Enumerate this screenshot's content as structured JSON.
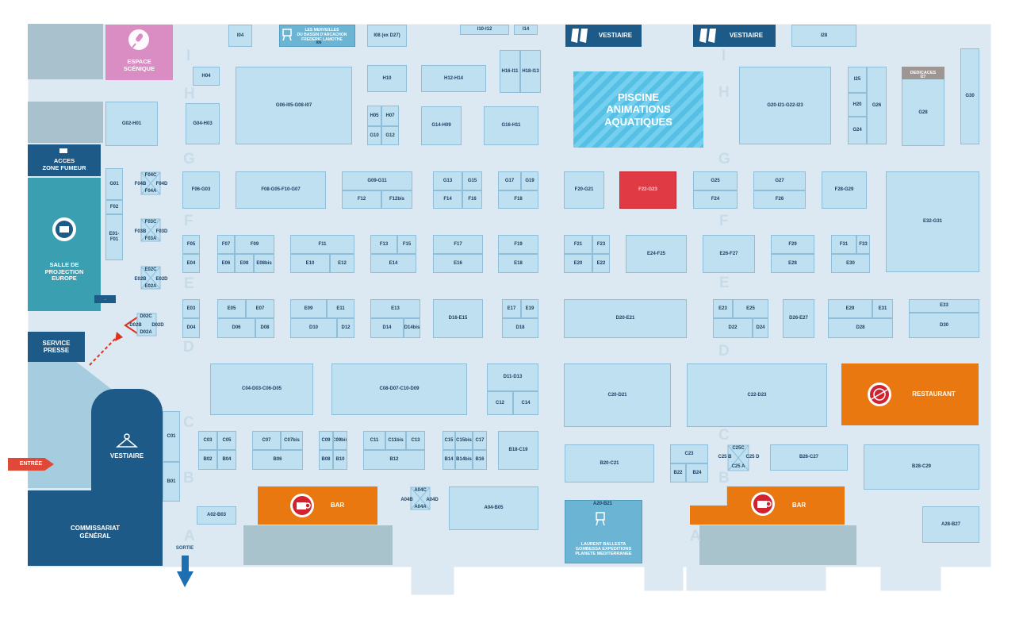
{
  "colors": {
    "hall_bg": "#dce9f2",
    "booth": "#bfe0f1",
    "booth_border": "#8fbfd8",
    "highlight": "#e03a45",
    "bar_restaurant": "#e8780f",
    "service": "#1d5a87",
    "projection": "#3a9fb1",
    "stage": "#d98dc2",
    "gray_zone": "#a3bcc6"
  },
  "row_letters": [
    "I",
    "H",
    "G",
    "F",
    "E",
    "D",
    "C",
    "B",
    "A"
  ],
  "services": {
    "espace_scenique": "ESPACE\nSCÉNIQUE",
    "acces_zone_fumeur": "ACCES\nZONE FUMEUR",
    "salle_projection": "SALLE DE\nPROJECTION\nEUROPE",
    "service_presse": "SERVICE\nPRESSE",
    "vestiaire": "VESTIAIRE",
    "commissariat": "COMMISSARIAT\nGÉNÉRAL",
    "entree": "ENTRÉE",
    "sortie": "SORTIE",
    "vestiaire_top_1": "VESTIAIRE",
    "vestiaire_top_2": "VESTIAIRE",
    "piscine": "PISCINE\nANIMATIONS\nAQUATIQUES",
    "dedicaces_title": "DEDICACES",
    "dedicaces_code": "I27",
    "restaurant": "RESTAURANT",
    "bar": "BAR",
    "merveilles": "LES MERVEILLES\nDU BASSIN D'ARCACHON\nFREDERIC LAMOTHE",
    "merveilles_code": "I06",
    "ballesta_code": "A20-B21",
    "ballesta": "LAURENT BALLESTA\nGOMBESSA EXPEDITIONS\nPLANETE MEDITERRANEE"
  },
  "booths": {
    "I04": "I04",
    "I08": "I08 (ex D27)",
    "I10_I12": "I10-I12",
    "I14": "I14",
    "I28": "I28",
    "H04": "H04",
    "G06": "G06-I05-G08-I07",
    "H10": "H10",
    "H12": "H12-H14",
    "H16": "H16-I11",
    "H18": "H18-I13",
    "G20": "G20-I21-G22-I23",
    "I25": "I25",
    "H20": "H20",
    "G24": "G24",
    "G26": "G26",
    "G28": "G28",
    "G30": "G30",
    "G02": "G02-H01",
    "G04": "G04-H03",
    "H05": "H05",
    "H07": "H07",
    "G10": "G10",
    "G12": "G12",
    "G14": "G14-H09",
    "G16": "G16-H11",
    "G01": "G01",
    "F02": "F02",
    "E01": "E01-F01",
    "F04C": "F04C",
    "F04B": "F04B",
    "F04D": "F04D",
    "F04A": "F04A",
    "F03C": "F03C",
    "F03B": "F03B",
    "F03D": "F03D",
    "F03A": "F03A",
    "E02C": "E02C",
    "E02B": "E02B",
    "E02D": "E02D",
    "E02A": "E02A",
    "D02C": "D02C",
    "D02B": "D02B",
    "D02D": "D02D",
    "D02A": "D02A",
    "F06": "F06-G03",
    "F08": "F08-G05-F10-G07",
    "G09": "G09-G11",
    "F12": "F12",
    "F12bis": "F12bis",
    "G13": "G13",
    "G15": "G15",
    "F14": "F14",
    "F16": "F16",
    "G17": "G17",
    "G19": "G19",
    "F18": "F18",
    "F20": "F20-G21",
    "F22": "F22-G23",
    "G25": "G25",
    "F24": "F24",
    "G27": "G27",
    "F26": "F26",
    "F28": "F28-G29",
    "E32": "E32-G31",
    "F05": "F05",
    "E04": "E04",
    "F07": "F07",
    "F09": "F09",
    "E06": "E06",
    "E08": "E08",
    "E08bis": "E08bis",
    "F11": "F11",
    "E10": "E10",
    "E12": "E12",
    "F13": "F13",
    "F15": "F15",
    "E14": "E14",
    "F17": "F17",
    "E16": "E16",
    "F19": "F19",
    "E18": "E18",
    "F21": "F21",
    "F23": "F23",
    "E20": "E20",
    "E22": "E22",
    "E24": "E24-F25",
    "E26": "E26-F27",
    "F29": "F29",
    "E28": "E28",
    "F31": "F31",
    "F33": "F33",
    "E30": "E30",
    "E03": "E03",
    "D04": "D04",
    "E05": "E05",
    "E07": "E07",
    "D06": "D06",
    "D08": "D08",
    "E09": "E09",
    "E11": "E11",
    "D10": "D10",
    "D12": "D12",
    "E13": "E13",
    "D14": "D14",
    "D14bis": "D14bis",
    "D16": "D16-E15",
    "E17": "E17",
    "E19": "E19",
    "D18": "D18",
    "D20": "D20-E21",
    "E23": "E23",
    "E25": "E25",
    "D22": "D22",
    "D24": "D24",
    "D26": "D26-E27",
    "E29": "E29",
    "E31": "E31",
    "D28": "D28",
    "E33": "E33",
    "D30": "D30",
    "C04": "C04-D03-C06-D05",
    "C08": "C08-D07-C10-D09",
    "D11": "D11-D13",
    "C12": "C12",
    "C14": "C14",
    "C20": "C20-D21",
    "C22": "C22-D23",
    "C01": "C01",
    "B01": "B01",
    "C03": "C03",
    "C05": "C05",
    "B02": "B02",
    "B04": "B04",
    "C07": "C07",
    "C07bis": "C07bis",
    "B06": "B06",
    "C09": "C09",
    "C09bis": "C09bis",
    "B08": "B08",
    "B10": "B10",
    "C11": "C11",
    "C11bis": "C11bis",
    "C13": "C13",
    "B12": "B12",
    "C15": "C15",
    "C15bis": "C15bis",
    "C17": "C17",
    "B14": "B14",
    "B14bis": "B14bis",
    "B16": "B16",
    "B18": "B18-C19",
    "B20": "B20-C21",
    "C23": "C23",
    "B22": "B22",
    "B24": "B24",
    "C25C": "C25C",
    "C25B": "C25 B",
    "C25D": "C25 D",
    "C25A": "C25 A",
    "B26": "B26-C27",
    "B28": "B28-C29",
    "A02": "A02-B03",
    "A04C": "A04C",
    "A04B": "A04B",
    "A04D": "A04D",
    "A04A": "A04A",
    "A04": "A04-B05",
    "A28": "A28-B27"
  }
}
